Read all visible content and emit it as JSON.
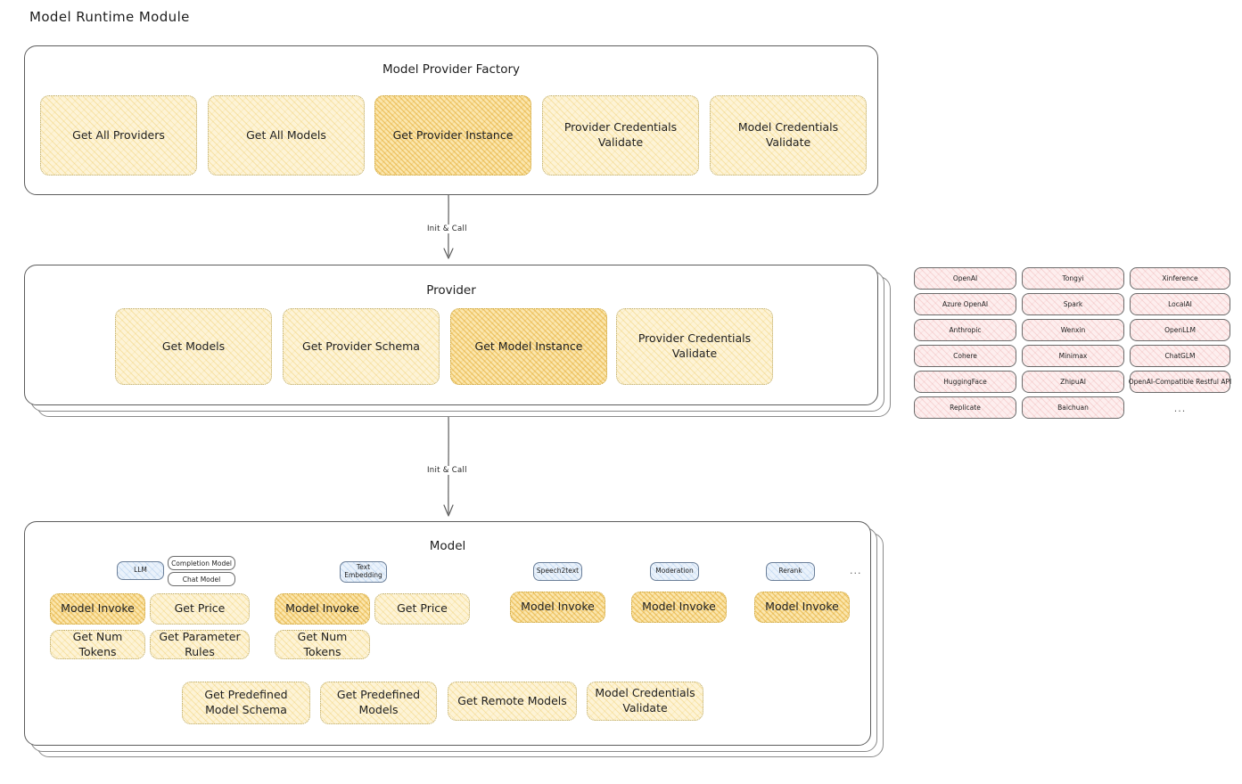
{
  "page": {
    "title": "Model Runtime Module"
  },
  "factory": {
    "title": "Model Provider Factory",
    "boxes": [
      {
        "label": "Get All Providers",
        "highlighted": false
      },
      {
        "label": "Get All Models",
        "highlighted": false
      },
      {
        "label": "Get Provider Instance",
        "highlighted": true
      },
      {
        "label": "Provider Credentials Validate",
        "highlighted": false
      },
      {
        "label": "Model Credentials Validate",
        "highlighted": false
      }
    ]
  },
  "connector_top": {
    "label": "Init & Call"
  },
  "provider": {
    "title": "Provider",
    "boxes": [
      {
        "label": "Get Models",
        "highlighted": false
      },
      {
        "label": "Get Provider Schema",
        "highlighted": false
      },
      {
        "label": "Get Model Instance",
        "highlighted": true
      },
      {
        "label": "Provider Credentials Validate",
        "highlighted": false
      }
    ]
  },
  "connector_bottom": {
    "label": "Init & Call"
  },
  "provider_list": {
    "columns": [
      [
        "OpenAI",
        "Azure OpenAI",
        "Anthropic",
        "Cohere",
        "HuggingFace",
        "Replicate"
      ],
      [
        "Tongyi",
        "Spark",
        "Wenxin",
        "Minimax",
        "ZhipuAI",
        "Baichuan"
      ],
      [
        "Xinference",
        "LocalAI",
        "OpenLLM",
        "ChatGLM",
        "OpenAI-Compatible Restful API"
      ]
    ],
    "more": "..."
  },
  "model": {
    "title": "Model",
    "more": "...",
    "types": [
      {
        "name": "LLM",
        "tags": [
          "Completion Model",
          "Chat Model"
        ],
        "methods": [
          {
            "label": "Model Invoke",
            "highlighted": true
          },
          {
            "label": "Get Price",
            "highlighted": false
          },
          {
            "label": "Get Num Tokens",
            "highlighted": false
          },
          {
            "label": "Get Parameter Rules",
            "highlighted": false
          }
        ]
      },
      {
        "name": "Text Embedding",
        "tags": [],
        "methods": [
          {
            "label": "Model Invoke",
            "highlighted": true
          },
          {
            "label": "Get Price",
            "highlighted": false
          },
          {
            "label": "Get Num Tokens",
            "highlighted": false
          }
        ]
      },
      {
        "name": "Speech2text",
        "tags": [],
        "methods": [
          {
            "label": "Model Invoke",
            "highlighted": true
          }
        ]
      },
      {
        "name": "Moderation",
        "tags": [],
        "methods": [
          {
            "label": "Model Invoke",
            "highlighted": true
          }
        ]
      },
      {
        "name": "Rerank",
        "tags": [],
        "methods": [
          {
            "label": "Model Invoke",
            "highlighted": true
          }
        ]
      }
    ],
    "shared_methods": [
      "Get Predefined Model Schema",
      "Get Predefined Models",
      "Get Remote Models",
      "Model Credentials Validate"
    ]
  },
  "colors": {
    "box_fill": "#fdf3d6",
    "box_fill_highlight": "#fbe6ad",
    "box_border": "#b9a96a",
    "chip_fill": "#fdeeee",
    "model_type_fill": "#eaf2fb",
    "panel_border": "#5c5c5c",
    "text": "#1e1e1e"
  }
}
